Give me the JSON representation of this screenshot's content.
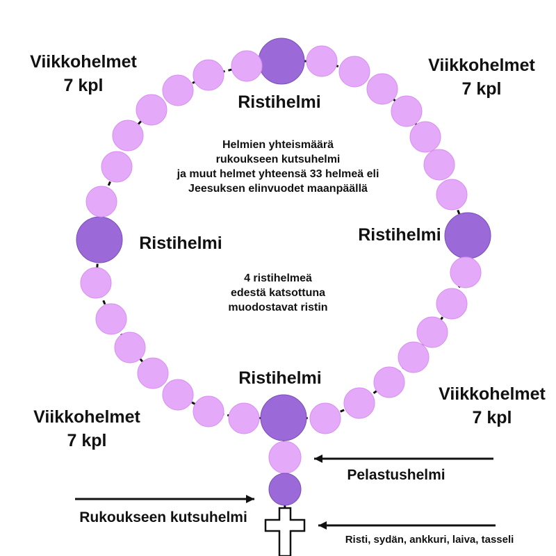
{
  "labels": {
    "week_tl": [
      "Viikkohelmet",
      "7 kpl"
    ],
    "week_tr": [
      "Viikkohelmet",
      "7 kpl"
    ],
    "week_bl": [
      "Viikkohelmet",
      "7 kpl"
    ],
    "week_br": [
      "Viikkohelmet",
      "7 kpl"
    ],
    "cross_bead": "Ristihelmi",
    "center_top": [
      "Helmien yhteismäärä",
      "rukoukseen kutsuhelmi",
      "ja muut helmet yhteensä 33 helmeä eli",
      "Jeesuksen elinvuodet maanpäällä"
    ],
    "center_bottom": [
      "4 ristihelmeä",
      "edestä katsottuna",
      "muodostavat ristin"
    ],
    "salvation": "Pelastushelmi",
    "invitation": "Rukoukseen kutsuhelmi",
    "pendant": "Risti, sydän, ankkuri, laiva, tasseli"
  },
  "colors": {
    "week_bead": "#e4a9f8",
    "cross_bead": "#9b6ad8",
    "outline": "#3a2a4a",
    "text": "#111111",
    "line": "#111111"
  }
}
